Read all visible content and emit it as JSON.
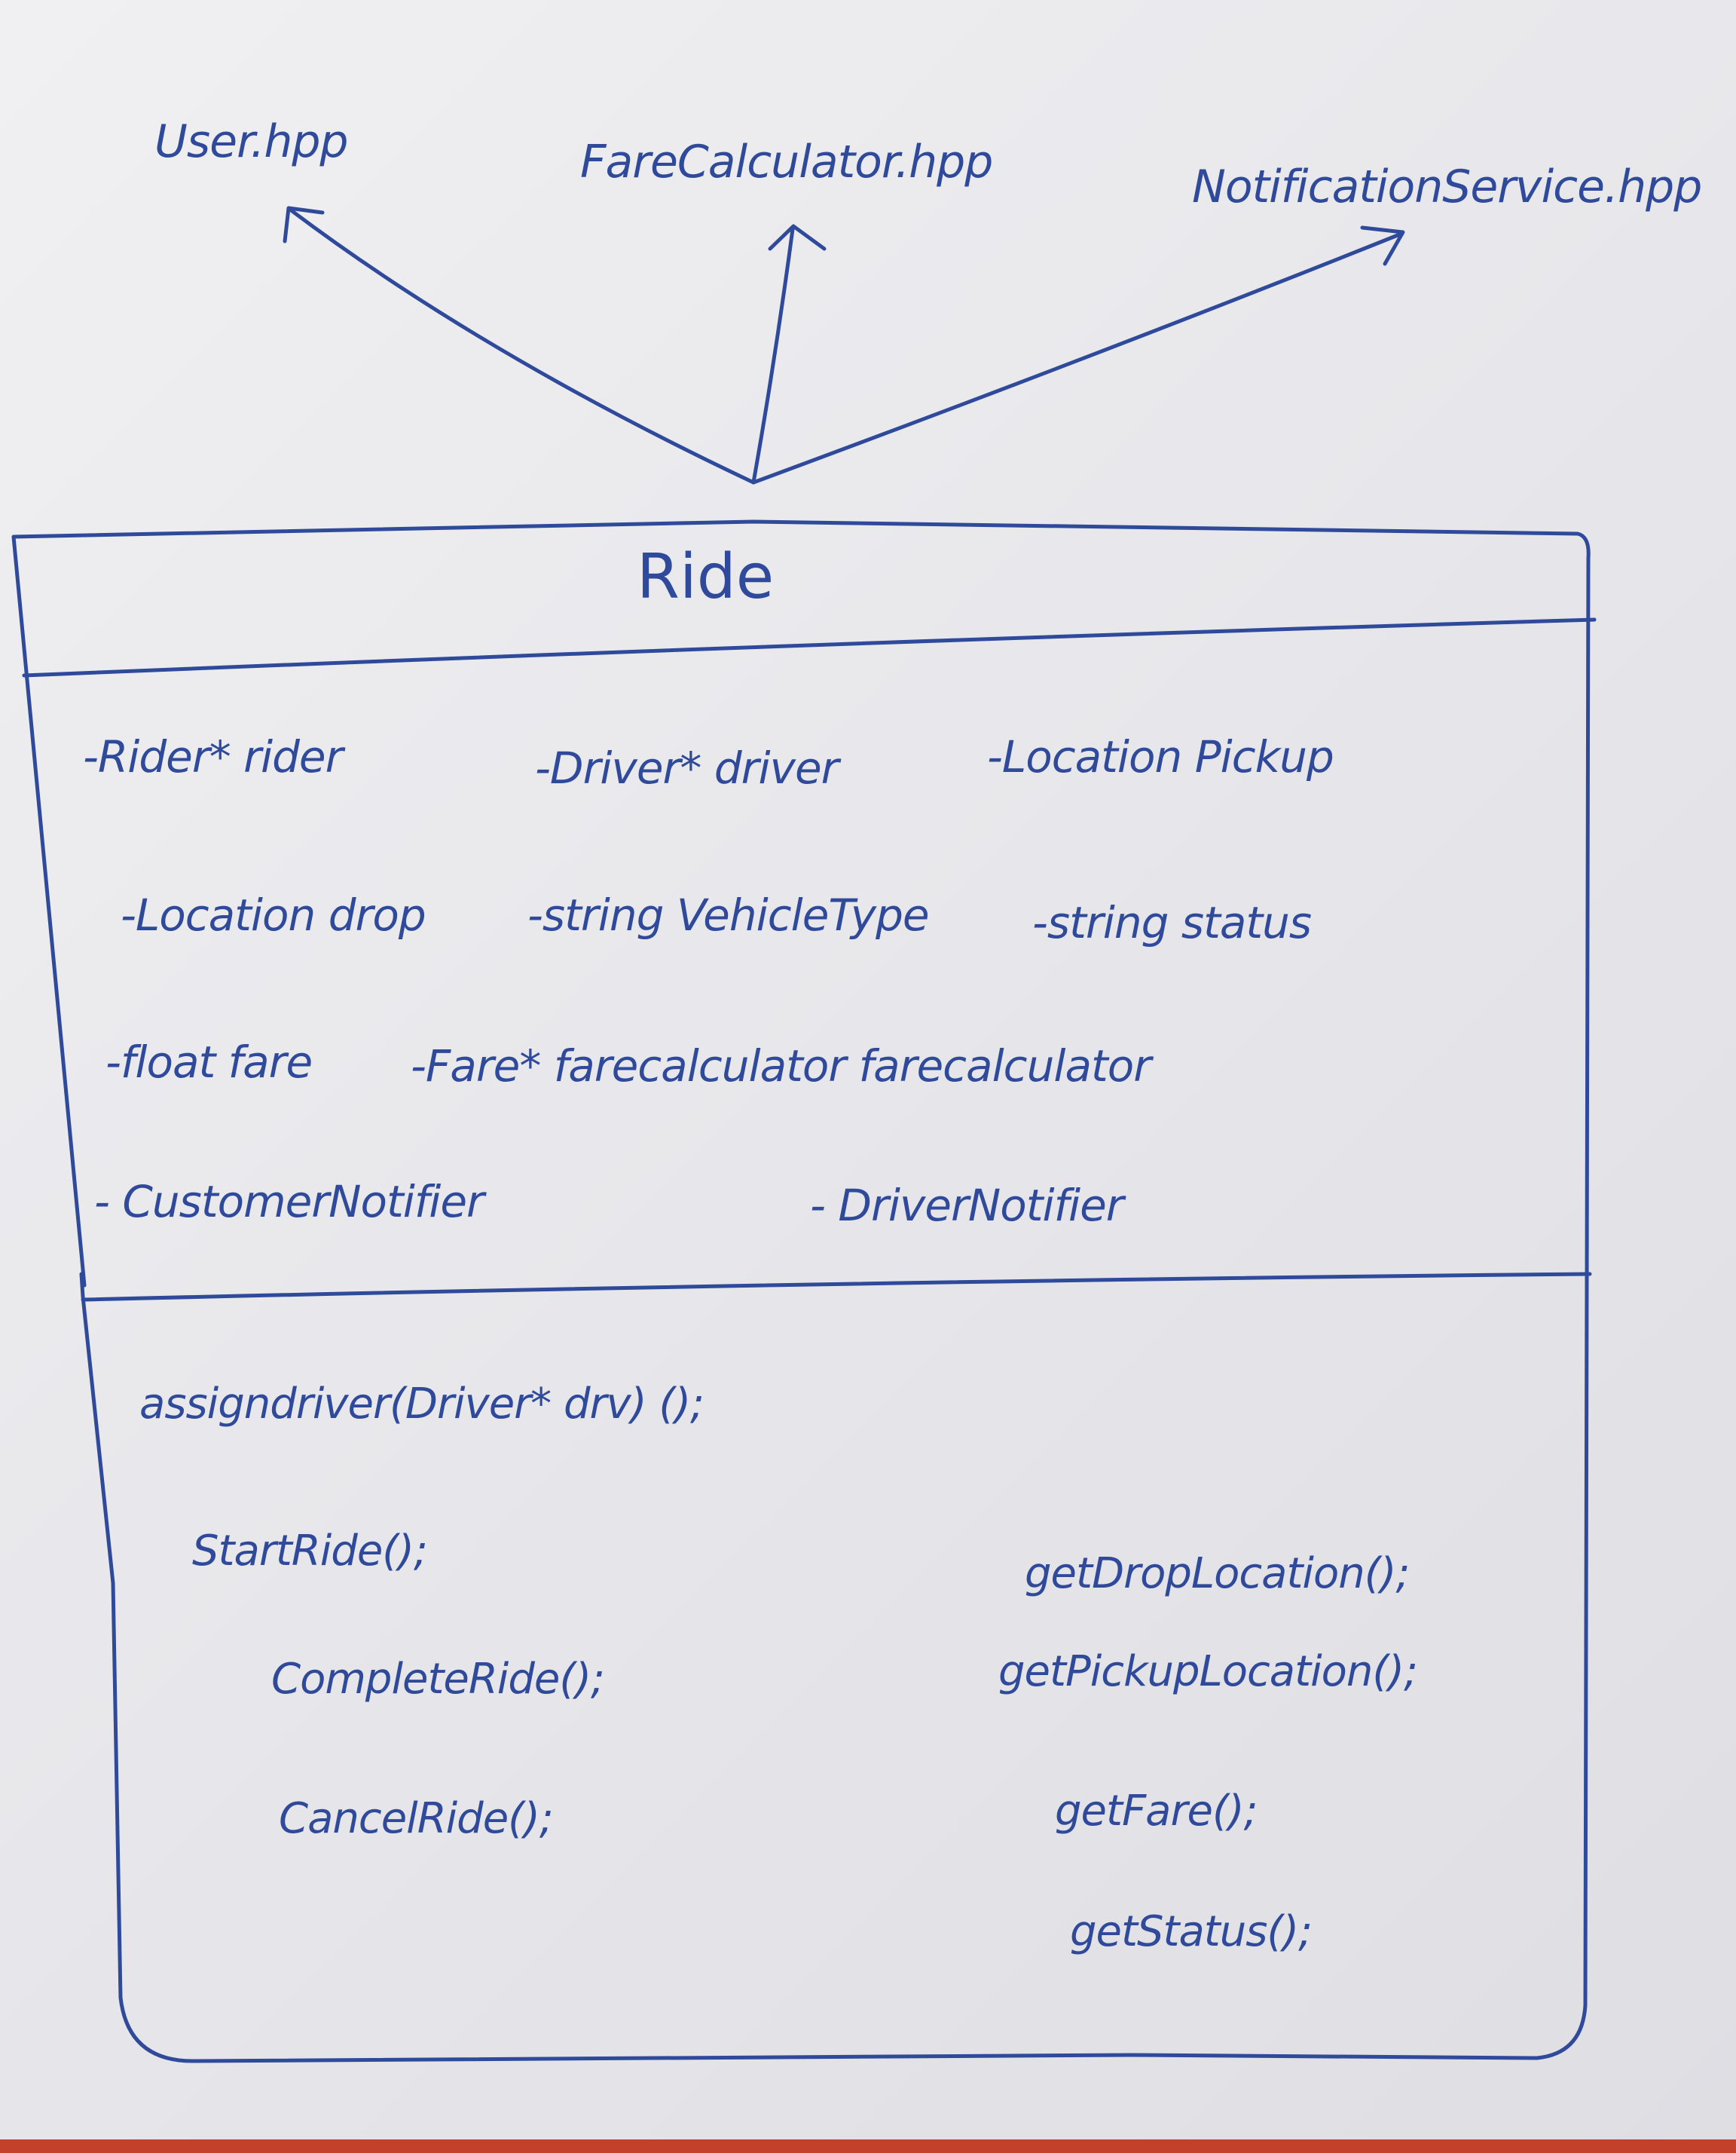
{
  "colors": {
    "ink": "#2f4a9a",
    "paper": "#ececef",
    "floor": "#c3402a"
  },
  "dependencies": [
    {
      "label": "User.hpp"
    },
    {
      "label": "FareCalculator.hpp"
    },
    {
      "label": "NotificationService.hpp"
    }
  ],
  "class": {
    "name": "Ride",
    "attributes": [
      "-Rider* rider",
      "-Driver* driver",
      "-Location Pickup",
      "-Location drop",
      "-string VehicleType",
      "-string status",
      "-float fare",
      "-Fare* farecalculator farecalculator",
      "- CustomerNotifier",
      "- DriverNotifier"
    ],
    "methods": [
      "assigndriver(Driver* drv) ();",
      "StartRide();",
      "CompleteRide();",
      "CancelRide();",
      "getDropLocation();",
      "getPickupLocation();",
      "getFare();",
      "getStatus();"
    ]
  }
}
